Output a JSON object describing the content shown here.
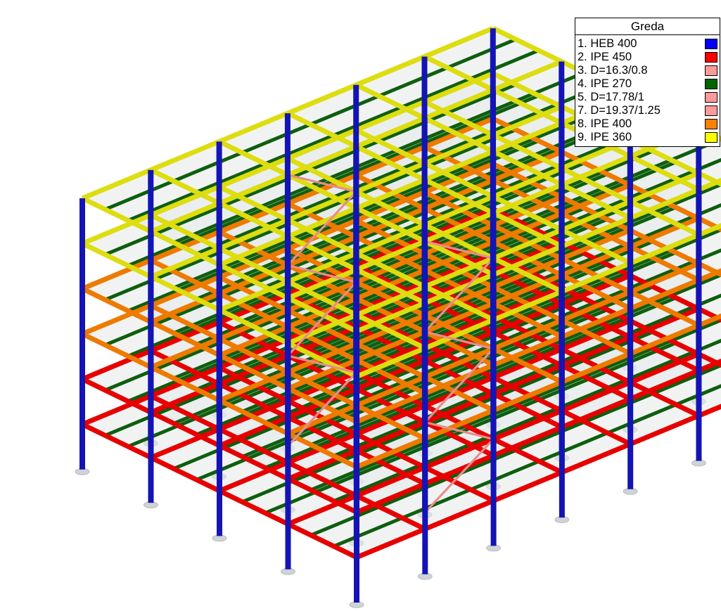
{
  "legend": {
    "title": "Greda",
    "items": [
      {
        "label": "1. HEB 400",
        "color": "#0000ff",
        "member": "column"
      },
      {
        "label": "2. IPE 450",
        "color": "#ff0000",
        "member": "beam-floor-1-2"
      },
      {
        "label": "3. D=16.3/0.8",
        "color": "#ff9a9a",
        "member": "brace"
      },
      {
        "label": "4. IPE 270",
        "color": "#006400",
        "member": "secondary-beam"
      },
      {
        "label": "5. D=17.78/1",
        "color": "#ff9a9a",
        "member": "brace"
      },
      {
        "label": "7. D=19.37/1.25",
        "color": "#ff9a9a",
        "member": "brace"
      },
      {
        "label": "8. IPE 400",
        "color": "#ff8000",
        "member": "beam-floor-3-4"
      },
      {
        "label": "9. IPE 360",
        "color": "#ffff00",
        "member": "beam-floor-5-6"
      }
    ]
  },
  "structure": {
    "grid_x_bays": 6,
    "grid_y_bays": 4,
    "storeys": 6,
    "slab_color": "#e6e9ea",
    "support_color": "#cfd3d6",
    "floor_beam_colors": [
      "#e60000",
      "#e60000",
      "#ee7a00",
      "#ee7a00",
      "#dddd10",
      "#dddd10"
    ],
    "column_color": "#1414b4",
    "secondary_color": "#0e5e0e",
    "brace_color": "#e88c8c"
  }
}
